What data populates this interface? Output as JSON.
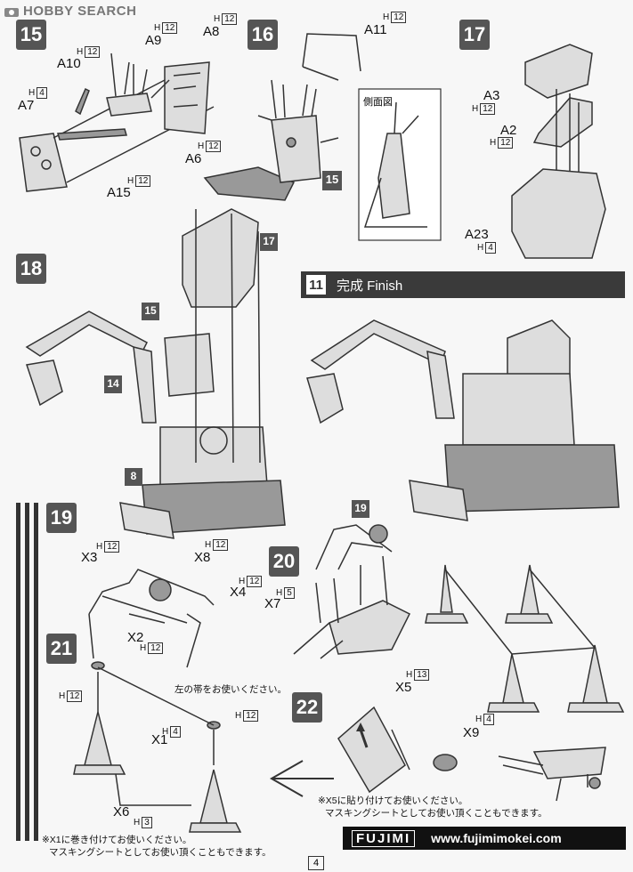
{
  "header": {
    "watermark": "HOBBY SEARCH"
  },
  "steps": {
    "s15": "15",
    "s16": "16",
    "s17": "17",
    "s18": "18",
    "s19": "19",
    "s20": "20",
    "s21": "21",
    "s22": "22",
    "finish_num": "11"
  },
  "finish_label": "完成  Finish",
  "side_view_label": "側面図",
  "callouts": {
    "c15a": "15",
    "c17": "17",
    "c15b": "15",
    "c14": "14",
    "c8": "8",
    "c19": "19"
  },
  "parts": {
    "A9": "A9",
    "A8": "A8",
    "A10": "A10",
    "A7": "A7",
    "A15": "A15",
    "A6": "A6",
    "A11": "A11",
    "A3": "A3",
    "A2": "A2",
    "A23": "A23",
    "X3": "X3",
    "X8": "X8",
    "X4": "X4",
    "X2": "X2",
    "X7": "X7",
    "X1": "X1",
    "X6": "X6",
    "X5": "X5",
    "X9": "X9"
  },
  "sprues": {
    "h_prefix": "H",
    "A9": "12",
    "A8": "12",
    "A10": "12",
    "A7": "4",
    "A15": "12",
    "A6": "12",
    "A11": "12",
    "A3": "12",
    "A2": "12",
    "A23": "4",
    "X3": "12",
    "X8": "12",
    "X4": "12",
    "X2": "12",
    "X7": "5",
    "X1_top": "12",
    "X1_right": "12",
    "X1": "4",
    "X6": "3",
    "X5": "13",
    "X9": "4"
  },
  "notes": {
    "strap": "左の帯をお使いください。",
    "x5_line1": "※X5に貼り付けてお使いください。",
    "x5_line2": "マスキングシートとしてお使い頂くこともできます。",
    "x1_line1": "※X1に巻き付けてお使いください。",
    "x1_line2": "マスキングシートとしてお使い頂くこともできます。"
  },
  "footer": {
    "brand": "FUJIMI",
    "url": "www.fujimimokei.com",
    "page_number": "4"
  }
}
